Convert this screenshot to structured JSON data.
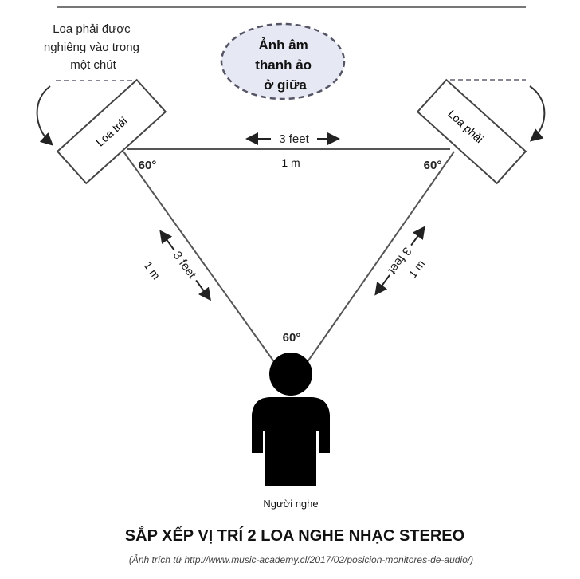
{
  "note": {
    "lines": [
      "Loa phải được",
      "nghiêng vào trong",
      "một chút"
    ]
  },
  "phantom": {
    "lines": [
      "Ảnh âm",
      "thanh ảo",
      "ở giữa"
    ]
  },
  "speakers": {
    "left": "Loa trái",
    "right": "Loa phải"
  },
  "angles": {
    "left": "60°",
    "right": "60°",
    "listener": "60°"
  },
  "distances": {
    "top": {
      "feet": "3 feet",
      "metric": "1 m"
    },
    "left": {
      "feet": "3 feet",
      "metric": "1 m"
    },
    "right": {
      "feet": "3 feet",
      "metric": "1 m"
    }
  },
  "listener": "Người nghe",
  "title": "SẮP XẾP VỊ TRÍ 2 LOA NGHE NHẠC STEREO",
  "source": "(Ảnh trích từ http://www.music-academy.cl/2017/02/posicion-monitores-de-audio/)",
  "colors": {
    "line": "#555555",
    "ellipse_fill": "#e6e8f3",
    "ink": "#111111"
  }
}
